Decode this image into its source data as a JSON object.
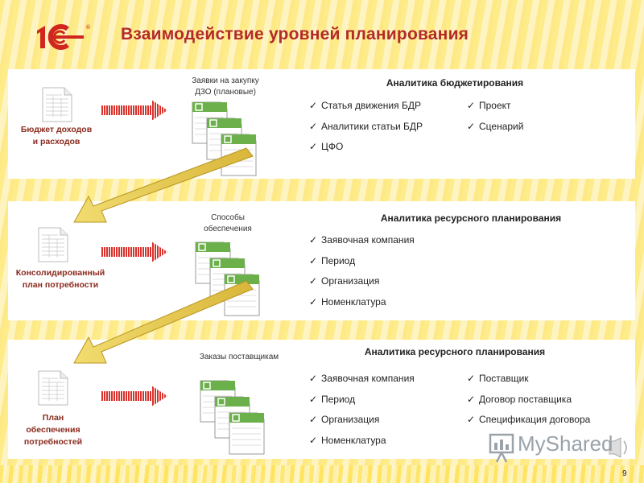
{
  "slide": {
    "title": "Взаимодействие уровней планирования",
    "page_number": "9"
  },
  "colors": {
    "title": "#b32a2a",
    "logo_red": "#d0261e",
    "label_dark_red": "#8a2a1e",
    "arrow_red": "#d9312b",
    "arrow_yellow": "#e8c84a",
    "doc_green": "#6cb04c"
  },
  "logo": {
    "icon": "1c-logo-icon"
  },
  "panel1": {
    "source_label": "Бюджет доходов\nи расходов",
    "target_label": "Заявки на закупку\nДЗО (плановые)",
    "section_title": "Аналитика бюджетирования",
    "col1": [
      "Статья движения БДР",
      "Аналитики статьи БДР",
      "ЦФО"
    ],
    "col2": [
      "Проект",
      "Сценарий"
    ]
  },
  "panel2": {
    "source_label": "Консолидированный\nплан потребности",
    "target_label": "Способы\nобеспечения",
    "section_title": "Аналитика ресурсного планирования",
    "col1": [
      "Заявочная компания",
      "Период",
      "Организация",
      "Номенклатура"
    ]
  },
  "panel3": {
    "source_label": "План\nобеспечения\nпотребностей",
    "target_label": "Заказы поставщикам",
    "section_title": "Аналитика ресурсного планирования",
    "col1": [
      "Заявочная компания",
      "Период",
      "Организация",
      "Номенклатура"
    ],
    "col2": [
      "Поставщик",
      "Договор поставщика",
      "Спецификация договора"
    ]
  },
  "checkmark": "✓",
  "watermark": {
    "text": "MyShared",
    "icon": "presentation-board-icon"
  }
}
